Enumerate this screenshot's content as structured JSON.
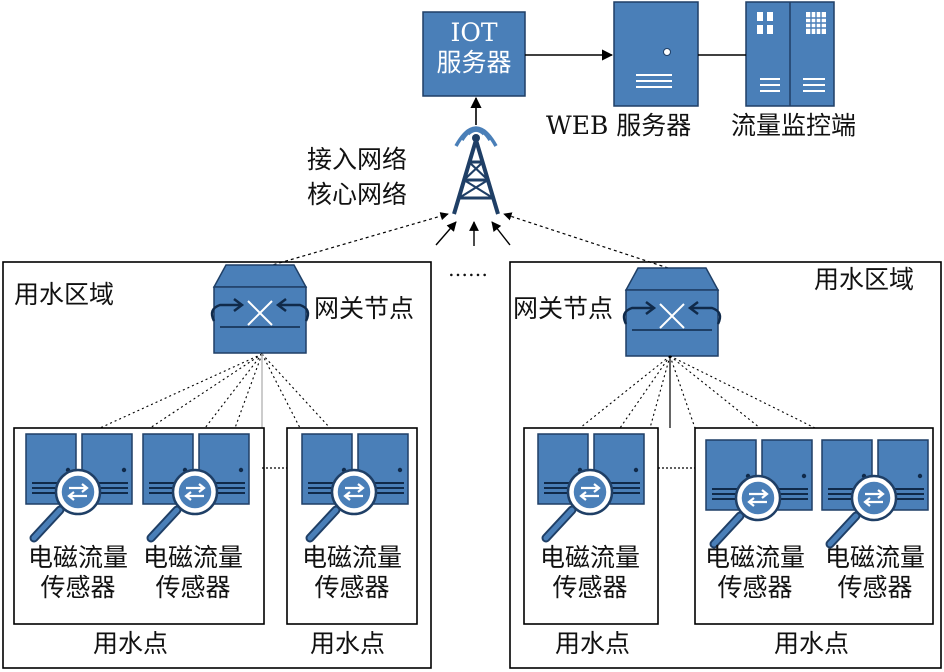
{
  "iot_server": {
    "line1": "IOT",
    "line2": "服务器"
  },
  "web_server": {
    "label": "WEB 服务器"
  },
  "flow_monitor": {
    "label": "流量监控端"
  },
  "network": {
    "line1": "接入网络",
    "line2": "核心网络"
  },
  "ellipsis": "……",
  "left_area": {
    "title": "用水区域",
    "gateway_label": "网关节点",
    "sensors": [
      {
        "line1": "电磁流量",
        "line2": "传感器"
      },
      {
        "line1": "电磁流量",
        "line2": "传感器"
      },
      {
        "line1": "电磁流量",
        "line2": "传感器"
      }
    ],
    "points": [
      "用水点",
      "用水点"
    ]
  },
  "right_area": {
    "title": "用水区域",
    "gateway_label": "网关节点",
    "sensors": [
      {
        "line1": "电磁流量",
        "line2": "传感器"
      },
      {
        "line1": "电磁流量",
        "line2": "传感器"
      },
      {
        "line1": "电磁流量",
        "line2": "传感器"
      }
    ],
    "points": [
      "用水点",
      "用水点"
    ]
  },
  "colors": {
    "device_fill": "#4a7fb8",
    "device_stroke": "#1f3f66",
    "line": "#000000"
  }
}
